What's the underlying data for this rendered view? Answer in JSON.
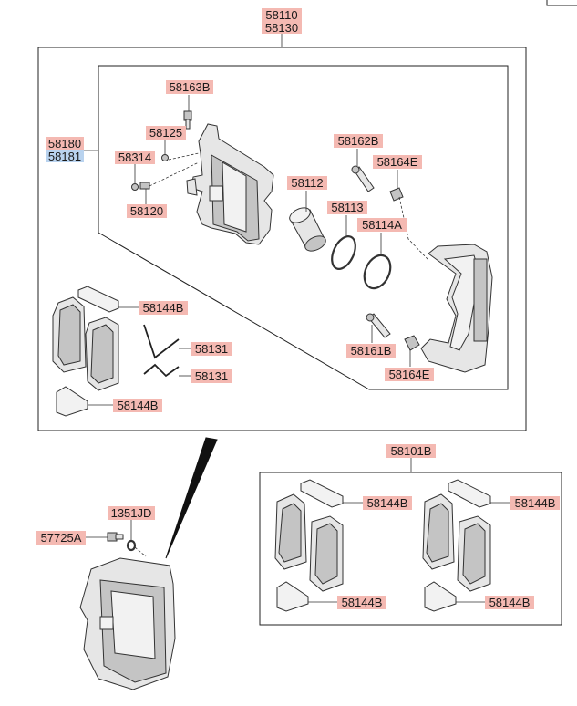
{
  "labels": {
    "p58110": "58110",
    "p58130": "58130",
    "p58180": "58180",
    "p58181": "58181",
    "p58163B": "58163B",
    "p58125": "58125",
    "p58314": "58314",
    "p58120": "58120",
    "p58162B": "58162B",
    "p58164E_top": "58164E",
    "p58112": "58112",
    "p58113": "58113",
    "p58114A": "58114A",
    "p58144B_a": "58144B",
    "p58131_a": "58131",
    "p58131_b": "58131",
    "p58144B_b": "58144B",
    "p58161B": "58161B",
    "p58164E_bot": "58164E",
    "p58101B": "58101B",
    "p58144B_c": "58144B",
    "p58144B_d": "58144B",
    "p58144B_e": "58144B",
    "p58144B_f": "58144B",
    "p1351JD": "1351JD",
    "p57725A": "57725A"
  },
  "colors": {
    "label_highlight": "#f4b9b2",
    "label_highlight_alt": "#b9d3ef"
  }
}
